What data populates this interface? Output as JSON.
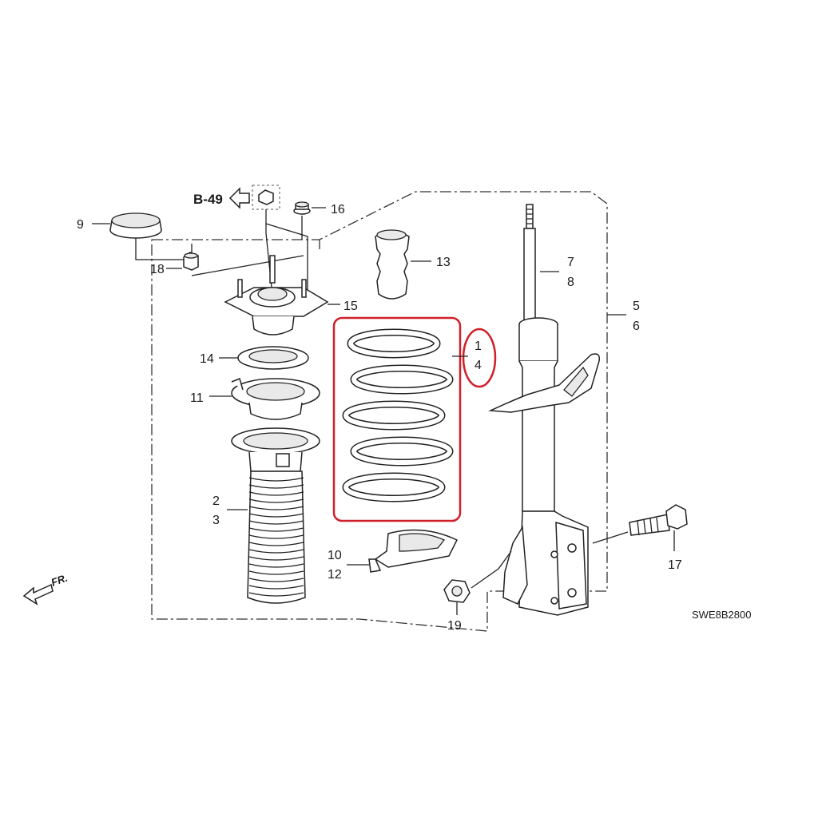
{
  "diagram": {
    "reference_arrow_label": "B-49",
    "front_arrow_label": "FR.",
    "drawing_code": "SWE8B2800",
    "highlight_color": "#d0202a",
    "callouts": [
      {
        "id": "c1",
        "text": "1"
      },
      {
        "id": "c2",
        "text": "2"
      },
      {
        "id": "c3",
        "text": "3"
      },
      {
        "id": "c4",
        "text": "4"
      },
      {
        "id": "c5",
        "text": "5"
      },
      {
        "id": "c6",
        "text": "6"
      },
      {
        "id": "c7",
        "text": "7"
      },
      {
        "id": "c8",
        "text": "8"
      },
      {
        "id": "c9",
        "text": "9"
      },
      {
        "id": "c10",
        "text": "10"
      },
      {
        "id": "c11",
        "text": "11"
      },
      {
        "id": "c12",
        "text": "12"
      },
      {
        "id": "c13",
        "text": "13"
      },
      {
        "id": "c14",
        "text": "14"
      },
      {
        "id": "c15",
        "text": "15"
      },
      {
        "id": "c16",
        "text": "16"
      },
      {
        "id": "c17",
        "text": "17"
      },
      {
        "id": "c18",
        "text": "18"
      },
      {
        "id": "c19",
        "text": "19"
      }
    ]
  }
}
